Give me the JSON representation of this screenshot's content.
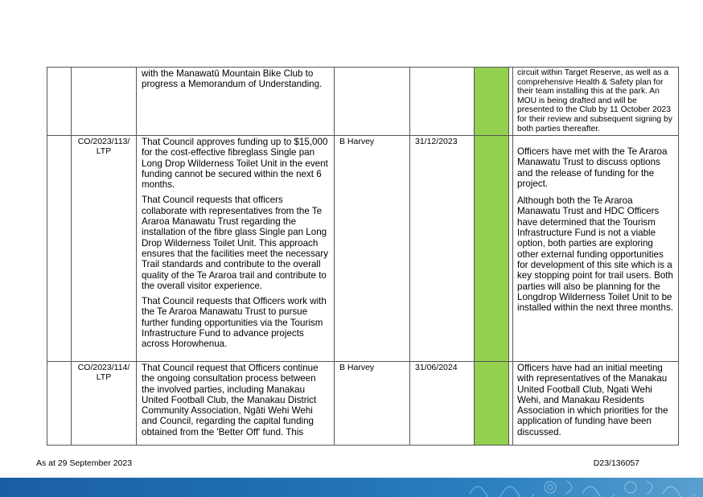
{
  "rows": [
    {
      "ref": "",
      "resolution": [
        "with the Manawatū Mountain Bike Club to progress a Memorandum of Understanding."
      ],
      "owner": "",
      "date": "",
      "comments": [
        "circuit within Target Reserve, as well as a comprehensive Health & Safety plan for their team installing this at the park. An MOU is being drafted and will be presented to the Club by 11 October 2023 for their review and subsequent signing by both parties thereafter."
      ]
    },
    {
      "ref": "CO/2023/113/ LTP",
      "resolution": [
        "That Council approves funding up to $15,000 for the cost-effective fibreglass Single pan Long Drop Wilderness Toilet Unit in the event funding cannot be secured within the next 6 months.",
        "That Council requests that officers collaborate with representatives from the Te Araroa Manawatu Trust regarding the installation of the fibre glass Single pan Long Drop Wilderness Toilet Unit. This approach ensures that the facilities meet the necessary Trail standards and contribute to the overall quality of the Te Araroa trail and contribute to the overall visitor experience.",
        "That Council requests that Officers work with the Te Araroa Manawatu Trust to pursue further funding opportunities via the Tourism Infrastructure Fund to advance projects across Horowhenua."
      ],
      "owner": "B Harvey",
      "date": "31/12/2023",
      "comments": [
        "Officers have met with the Te Araroa Manawatu Trust to discuss options and the release of funding for the project.",
        "Although both the Te Araroa Manawatu Trust and HDC Officers have determined that the Tourism Infrastructure Fund is not a viable option, both parties are exploring other external funding opportunities for development of this site which is a key stopping point for trail users. Both parties will also be planning for the Longdrop Wilderness Toilet Unit to be installed within the next three months."
      ]
    },
    {
      "ref": "CO/2023/114/ LTP",
      "resolution": [
        "That Council request that Officers continue the ongoing consultation process between the involved parties, including Manakau United Football Club, the Manakau District Community Association, Ngāti Wehi Wehi and Council, regarding the capital funding obtained from the 'Better Off' fund. This"
      ],
      "owner": "B Harvey",
      "date": "31/06/2024",
      "comments": [
        "Officers have had an initial meeting with representatives of the Manakau United Football Club, Ngati Wehi Wehi, and Manakau Residents Association in which priorities for the application of funding have been discussed."
      ]
    }
  ],
  "footer": {
    "date_text": "As at 29 September 2023",
    "doc_ref": "D23/136057"
  },
  "colors": {
    "status_green": "#92d050",
    "band_blue": "#1f6fb2"
  }
}
